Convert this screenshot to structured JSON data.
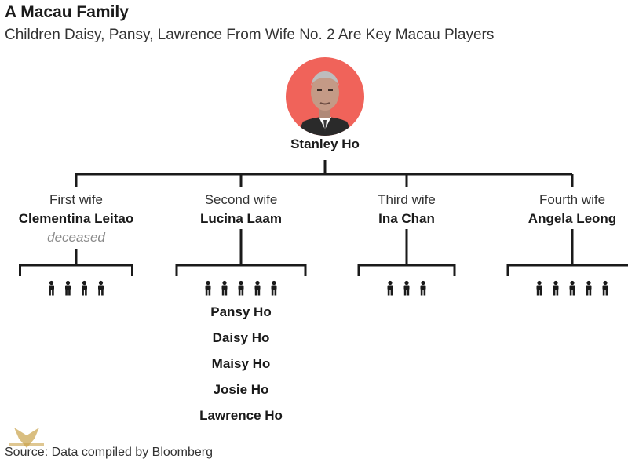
{
  "header": {
    "title": "A Macau Family",
    "subtitle": "Children Daisy, Pansy, Lawrence From Wife No. 2 Are Key Macau Players"
  },
  "root": {
    "name": "Stanley Ho",
    "portrait_bg": "#f0635a"
  },
  "wives": [
    {
      "role": "First wife",
      "name": "Clementina Leitao",
      "note": "deceased",
      "children_count": 4
    },
    {
      "role": "Second wife",
      "name": "Lucina Laam",
      "note": "",
      "children_count": 5
    },
    {
      "role": "Third wife",
      "name": "Ina Chan",
      "note": "",
      "children_count": 3
    },
    {
      "role": "Fourth wife",
      "name": "Angela Leong",
      "note": "",
      "children_count": 5
    }
  ],
  "named_children": [
    "Pansy Ho",
    "Daisy Ho",
    "Maisy Ho",
    "Josie Ho",
    "Lawrence Ho"
  ],
  "footer": {
    "source": "Source: Data compiled by Bloomberg"
  },
  "colors": {
    "line": "#1a1a1a",
    "accent": "#f0635a",
    "muted": "#8a8a8a"
  },
  "icons": [
    "person-icon"
  ]
}
